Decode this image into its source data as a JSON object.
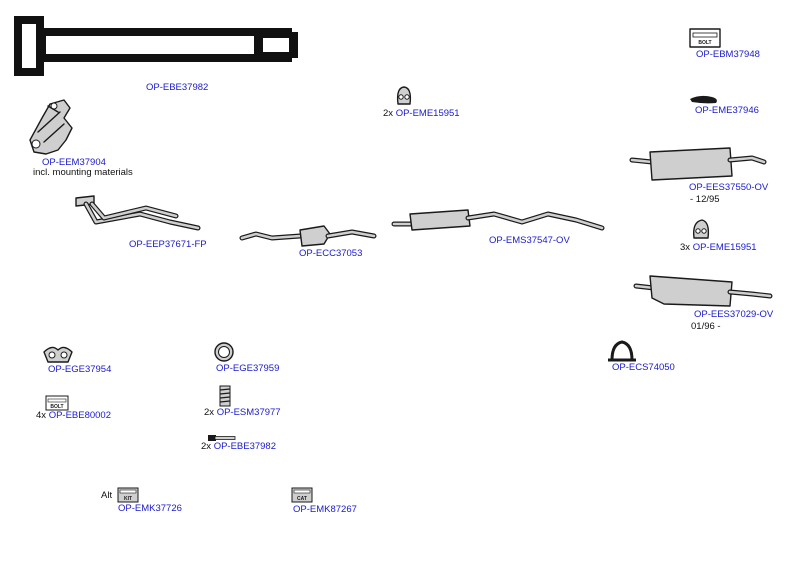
{
  "colors": {
    "part_code": "#1a1acc",
    "note": "#111111",
    "drawing": "#1a1a1a",
    "fill": "#cfcfcf"
  },
  "parts": {
    "bolt_large": {
      "code": "OP-EBE37982"
    },
    "ebm": {
      "code": "OP-EBM37948",
      "icon": "bolt-kit-box-icon",
      "icon_text": "BOLT"
    },
    "eme_top": {
      "qty": "2x",
      "code": "OP-EME15951",
      "icon": "rubber-hanger-icon"
    },
    "eme_mid": {
      "code": "OP-EME37946",
      "icon": "rubber-strip-icon"
    },
    "manifold": {
      "code": "OP-EEM37904",
      "note": "incl. mounting materials",
      "icon": "exhaust-manifold-icon"
    },
    "ees_top": {
      "code": "OP-EES37550-OV",
      "note": "- 12/95",
      "icon": "rear-silencer-icon"
    },
    "eep": {
      "code": "OP-EEP37671-FP",
      "icon": "front-pipe-icon"
    },
    "ecc": {
      "code": "OP-ECC37053",
      "icon": "catalytic-converter-icon"
    },
    "ems": {
      "code": "OP-EMS37547-OV",
      "icon": "middle-silencer-icon"
    },
    "eme_low": {
      "qty": "3x",
      "code": "OP-EME15951",
      "icon": "rubber-hanger-icon"
    },
    "ees_low": {
      "code": "OP-EES37029-OV",
      "note": "01/96 -",
      "icon": "rear-silencer-icon"
    },
    "ege_a": {
      "code": "OP-EGE37954",
      "icon": "flange-gasket-icon"
    },
    "ege_b": {
      "code": "OP-EGE37959",
      "icon": "ring-gasket-icon"
    },
    "ecs": {
      "code": "OP-ECS74050",
      "icon": "clamp-icon"
    },
    "ebe_kit": {
      "qty": "4x",
      "code": "OP-EBE80002",
      "icon": "bolt-kit-box-icon",
      "icon_text": "BOLT"
    },
    "esm": {
      "qty": "2x",
      "code": "OP-ESM37977",
      "icon": "spring-icon"
    },
    "ebe_bolt": {
      "qty": "2x",
      "code": "OP-EBE37982",
      "icon": "bolt-icon"
    },
    "emk_a": {
      "qty": "Alt",
      "code": "OP-EMK37726",
      "icon": "kit-box-icon",
      "icon_text": "KIT"
    },
    "emk_b": {
      "code": "OP-EMK87267",
      "icon": "cat-kit-box-icon",
      "icon_text": "CAT"
    }
  }
}
